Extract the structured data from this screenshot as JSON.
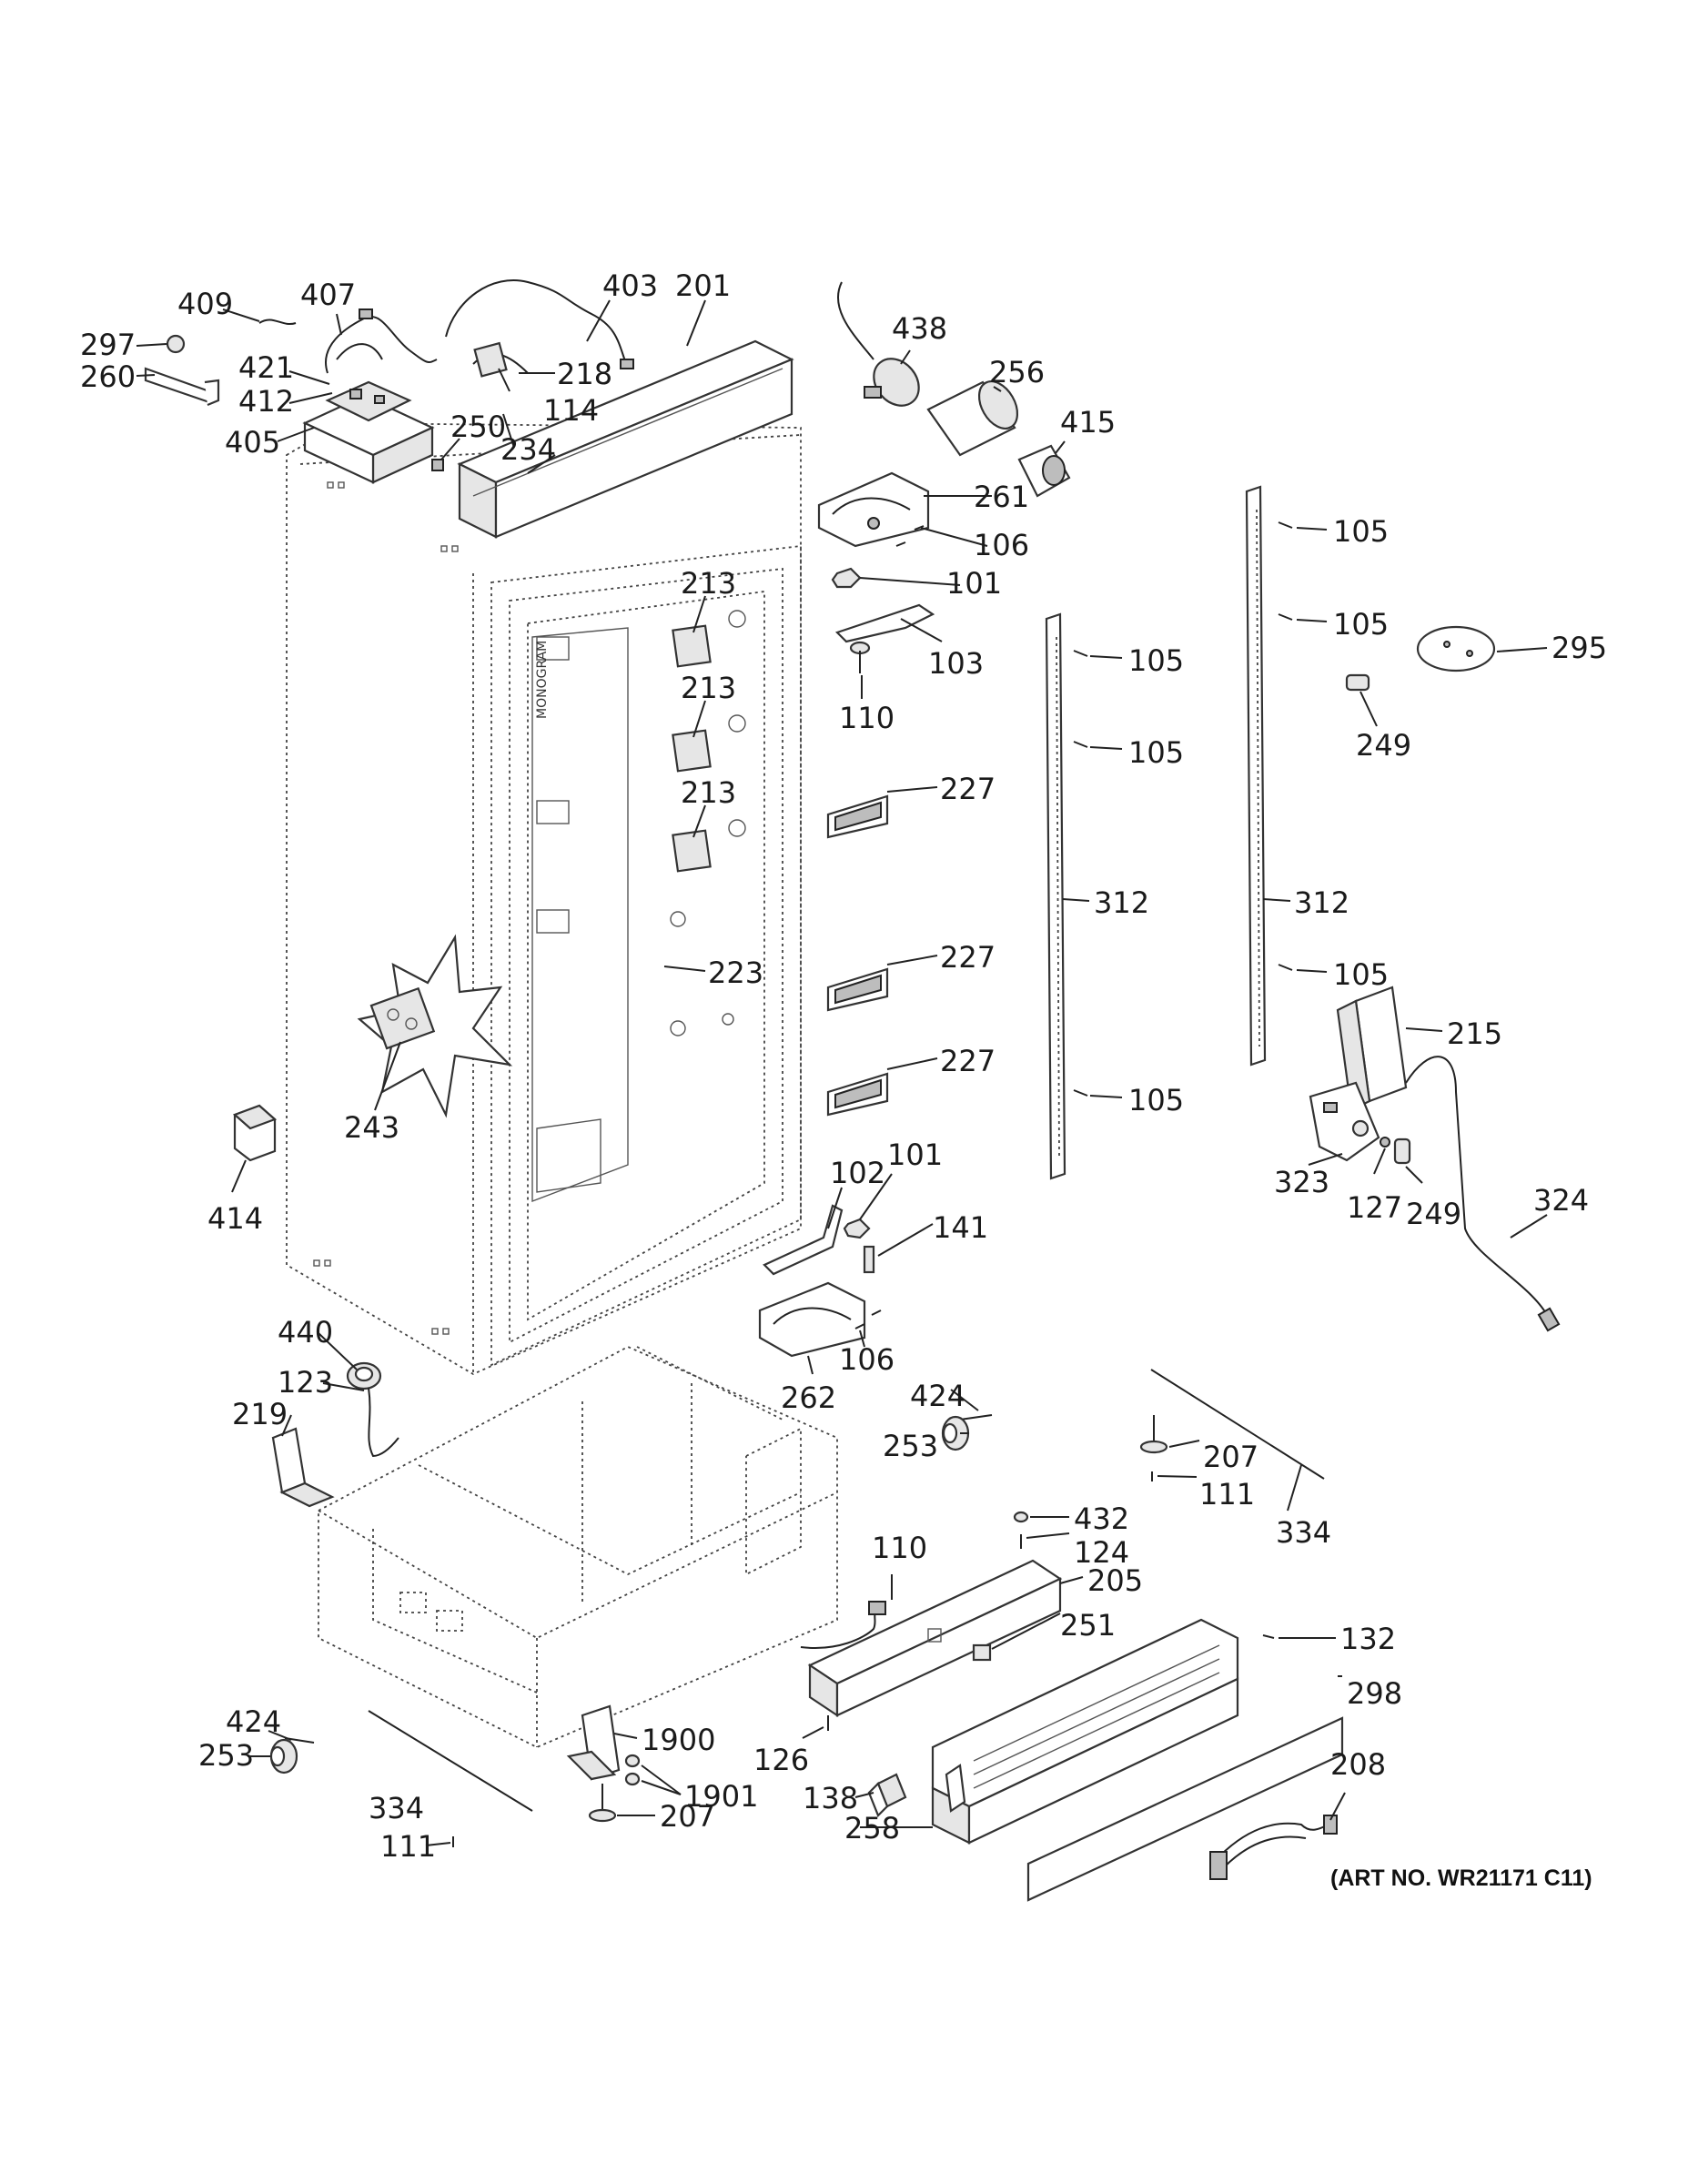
{
  "art_number": "(ART NO. WR21171 C11)",
  "callouts": [
    {
      "id": "c409",
      "text": "409"
    },
    {
      "id": "c407",
      "text": "407"
    },
    {
      "id": "c403",
      "text": "403"
    },
    {
      "id": "c201",
      "text": "201"
    },
    {
      "id": "c297",
      "text": "297"
    },
    {
      "id": "c260",
      "text": "260"
    },
    {
      "id": "c421",
      "text": "421"
    },
    {
      "id": "c412",
      "text": "412"
    },
    {
      "id": "c405",
      "text": "405"
    },
    {
      "id": "c218",
      "text": "218"
    },
    {
      "id": "c114",
      "text": "114"
    },
    {
      "id": "c250",
      "text": "250"
    },
    {
      "id": "c234",
      "text": "234"
    },
    {
      "id": "c438",
      "text": "438"
    },
    {
      "id": "c256",
      "text": "256"
    },
    {
      "id": "c415",
      "text": "415"
    },
    {
      "id": "c261",
      "text": "261"
    },
    {
      "id": "c106a",
      "text": "106"
    },
    {
      "id": "c101a",
      "text": "101"
    },
    {
      "id": "c103",
      "text": "103"
    },
    {
      "id": "c110a",
      "text": "110"
    },
    {
      "id": "c105a",
      "text": "105"
    },
    {
      "id": "c105b",
      "text": "105"
    },
    {
      "id": "c105c",
      "text": "105"
    },
    {
      "id": "c105d",
      "text": "105"
    },
    {
      "id": "c105e",
      "text": "105"
    },
    {
      "id": "c105f",
      "text": "105"
    },
    {
      "id": "c295",
      "text": "295"
    },
    {
      "id": "c249a",
      "text": "249"
    },
    {
      "id": "c213a",
      "text": "213"
    },
    {
      "id": "c213b",
      "text": "213"
    },
    {
      "id": "c213c",
      "text": "213"
    },
    {
      "id": "c227a",
      "text": "227"
    },
    {
      "id": "c227b",
      "text": "227"
    },
    {
      "id": "c227c",
      "text": "227"
    },
    {
      "id": "c312a",
      "text": "312"
    },
    {
      "id": "c312b",
      "text": "312"
    },
    {
      "id": "c223",
      "text": "223"
    },
    {
      "id": "c215",
      "text": "215"
    },
    {
      "id": "c243",
      "text": "243"
    },
    {
      "id": "c414",
      "text": "414"
    },
    {
      "id": "c102",
      "text": "102"
    },
    {
      "id": "c101b",
      "text": "101"
    },
    {
      "id": "c141",
      "text": "141"
    },
    {
      "id": "c323",
      "text": "323"
    },
    {
      "id": "c127",
      "text": "127"
    },
    {
      "id": "c249b",
      "text": "249"
    },
    {
      "id": "c324",
      "text": "324"
    },
    {
      "id": "c106b",
      "text": "106"
    },
    {
      "id": "c262",
      "text": "262"
    },
    {
      "id": "c440",
      "text": "440"
    },
    {
      "id": "c123",
      "text": "123"
    },
    {
      "id": "c219",
      "text": "219"
    },
    {
      "id": "c424a",
      "text": "424"
    },
    {
      "id": "c253a",
      "text": "253"
    },
    {
      "id": "c207a",
      "text": "207"
    },
    {
      "id": "c111a",
      "text": "111"
    },
    {
      "id": "c334a",
      "text": "334"
    },
    {
      "id": "c432",
      "text": "432"
    },
    {
      "id": "c124",
      "text": "124"
    },
    {
      "id": "c110b",
      "text": "110"
    },
    {
      "id": "c205",
      "text": "205"
    },
    {
      "id": "c251",
      "text": "251"
    },
    {
      "id": "c132",
      "text": "132"
    },
    {
      "id": "c298",
      "text": "298"
    },
    {
      "id": "c126",
      "text": "126"
    },
    {
      "id": "c1900",
      "text": "1900"
    },
    {
      "id": "c1901",
      "text": "1901"
    },
    {
      "id": "c424b",
      "text": "424"
    },
    {
      "id": "c253b",
      "text": "253"
    },
    {
      "id": "c334b",
      "text": "334"
    },
    {
      "id": "c207b",
      "text": "207"
    },
    {
      "id": "c111b",
      "text": "111"
    },
    {
      "id": "c138",
      "text": "138"
    },
    {
      "id": "c258",
      "text": "258"
    },
    {
      "id": "c208",
      "text": "208"
    }
  ]
}
